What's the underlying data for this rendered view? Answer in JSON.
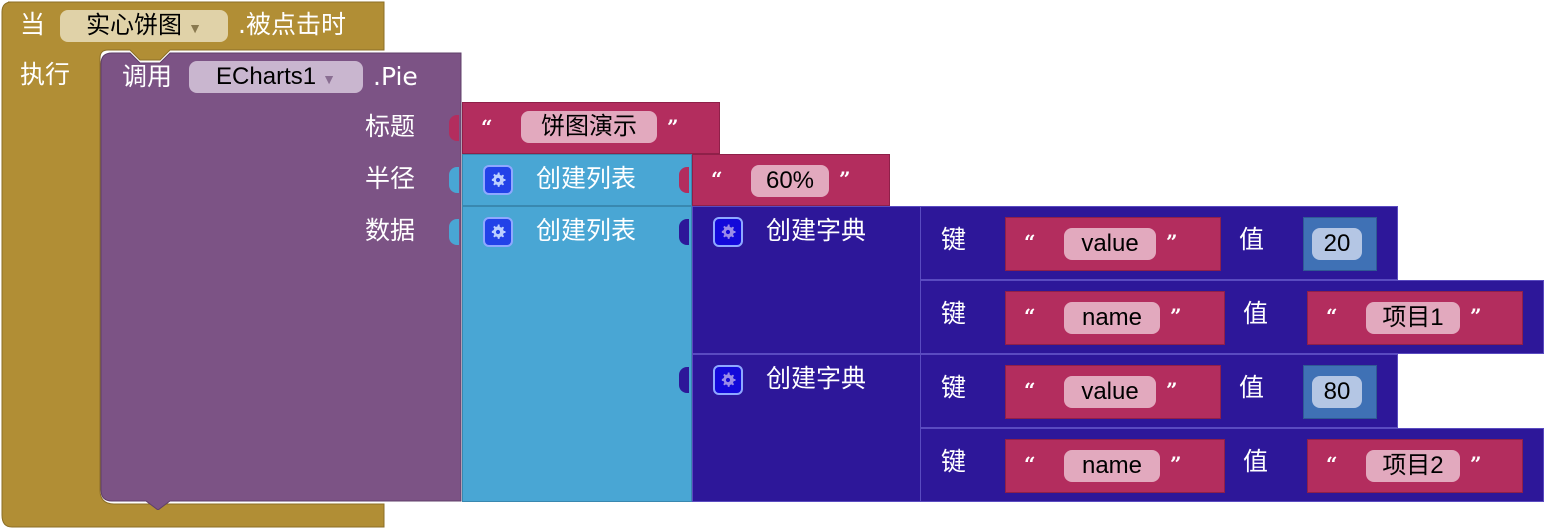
{
  "event_block": {
    "prefix": "当",
    "component": "实心饼图",
    "event": ".被点击时",
    "do_label": "执行",
    "color": "#b18e35"
  },
  "call_block": {
    "prefix": "调用",
    "component": "ECharts1",
    "method": ".Pie",
    "color": "#7c5385",
    "params": [
      {
        "label": "标题"
      },
      {
        "label": "半径"
      },
      {
        "label": "数据"
      }
    ]
  },
  "title_text": {
    "value": "饼图演示",
    "open_quote": "“",
    "close_quote": "”"
  },
  "radius_list": {
    "label": "创建列表",
    "item": {
      "value": "60%",
      "open_quote": "“",
      "close_quote": "”"
    }
  },
  "data_list": {
    "label": "创建列表",
    "dicts": [
      {
        "label": "创建字典",
        "pairs": [
          {
            "key_label": "键",
            "key": "value",
            "val_label": "值",
            "val": "20",
            "val_type": "number"
          },
          {
            "key_label": "键",
            "key": "name",
            "val_label": "值",
            "val": "项目1",
            "val_type": "text"
          }
        ]
      },
      {
        "label": "创建字典",
        "pairs": [
          {
            "key_label": "键",
            "key": "value",
            "val_label": "值",
            "val": "80",
            "val_type": "number"
          },
          {
            "key_label": "键",
            "key": "name",
            "val_label": "值",
            "val": "项目2",
            "val_type": "text"
          }
        ]
      }
    ]
  },
  "quotes": {
    "open": "“",
    "close": "”"
  },
  "colors": {
    "event": "#b18e35",
    "procedure": "#7c5385",
    "list": "#49a6d4",
    "dict": "#2d1799",
    "text": "#b32d5e",
    "math": "#3f71b5"
  }
}
